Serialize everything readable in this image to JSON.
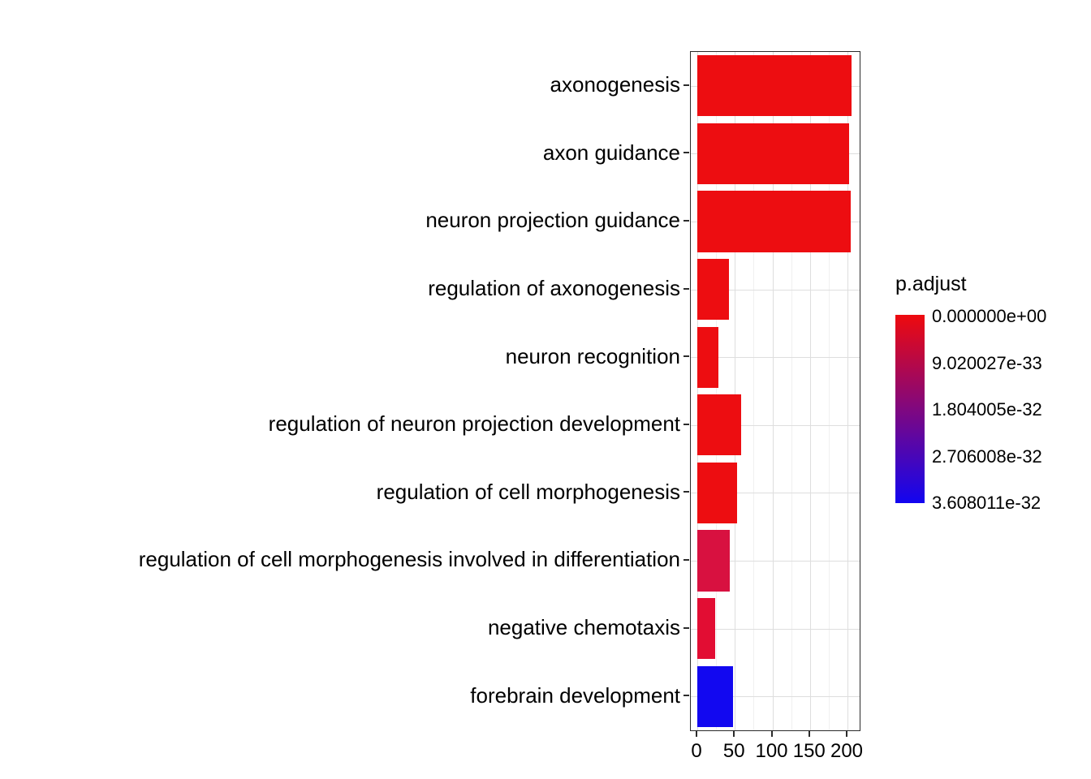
{
  "chart_data": {
    "type": "bar",
    "orientation": "horizontal",
    "title": "",
    "xlabel": "",
    "ylabel": "",
    "categories": [
      "axonogenesis",
      "axon guidance",
      "neuron projection guidance",
      "regulation of axonogenesis",
      "neuron recognition",
      "regulation of neuron projection development",
      "regulation of cell morphogenesis",
      "regulation of cell morphogenesis involved in differentiation",
      "negative chemotaxis",
      "forebrain development"
    ],
    "values": [
      205,
      202,
      204,
      42,
      28,
      58,
      53,
      43,
      24,
      48
    ],
    "bar_colors": [
      "#ED0D11",
      "#ED0D11",
      "#ED0D11",
      "#ED0D11",
      "#ED0D11",
      "#ED0D11",
      "#ED0D11",
      "#D81140",
      "#E20D33",
      "#1208F0"
    ],
    "xlim": [
      0,
      218
    ],
    "x_ticks": [
      0,
      50,
      100,
      150,
      200
    ],
    "x_tick_labels": [
      "0",
      "50",
      "100",
      "150",
      "200"
    ],
    "x_minor_ticks": [
      25,
      75,
      125,
      175
    ],
    "grid": true,
    "panel_border_color": "#2b2b2b",
    "grid_major_color": "#dedede",
    "grid_minor_color": "#f0f0f0",
    "legend": {
      "title": "p.adjust",
      "position": "right",
      "gradient_top_color": "#EE0A0E",
      "gradient_bottom_color": "#1205F0",
      "labels": [
        "0.000000e+00",
        "9.020027e-33",
        "1.804005e-32",
        "2.706008e-32",
        "3.608011e-32"
      ]
    }
  }
}
